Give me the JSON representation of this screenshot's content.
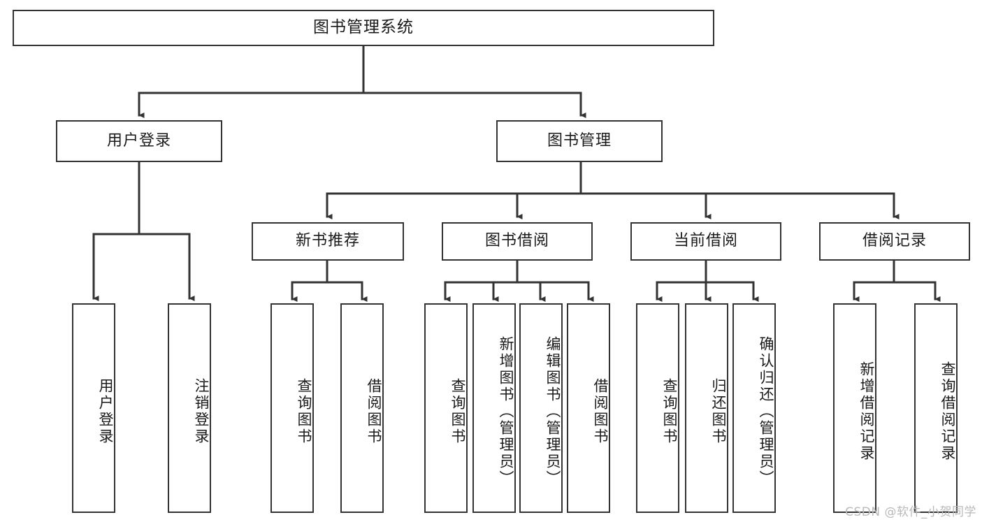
{
  "diagram": {
    "title": "图书管理系统",
    "type": "tree-hierarchy",
    "orientation": "top-down",
    "colors": {
      "background": "#ffffff",
      "border": "#333333",
      "edge": "#333333",
      "text": "#1a1a1a",
      "watermark": "#b9b9b9"
    },
    "nodes": {
      "root": {
        "label": "图书管理系统",
        "level": 0
      },
      "user_login": {
        "label": "用户登录",
        "level": 1
      },
      "book_manage": {
        "label": "图书管理",
        "level": 1
      },
      "new_book_rec": {
        "label": "新书推荐",
        "level": 2
      },
      "book_borrow": {
        "label": "图书借阅",
        "level": 2
      },
      "current_borrow": {
        "label": "当前借阅",
        "level": 2
      },
      "borrow_record": {
        "label": "借阅记录",
        "level": 2
      },
      "leaf_user_login": {
        "label": "用户登录",
        "level": 2,
        "parent": "user_login"
      },
      "leaf_logout": {
        "label": "注销登录",
        "level": 2,
        "parent": "user_login"
      },
      "leaf_query_book_1": {
        "label": "查询图书",
        "level": 3,
        "parent": "new_book_rec"
      },
      "leaf_borrow_book_1": {
        "label": "借阅图书",
        "level": 3,
        "parent": "new_book_rec"
      },
      "leaf_query_book_2": {
        "label": "查询图书",
        "level": 3,
        "parent": "book_borrow"
      },
      "leaf_add_book": {
        "label": "新增图书（管理员）",
        "level": 3,
        "parent": "book_borrow"
      },
      "leaf_edit_book": {
        "label": "编辑图书（管理员）",
        "level": 3,
        "parent": "book_borrow"
      },
      "leaf_borrow_book_2": {
        "label": "借阅图书",
        "level": 3,
        "parent": "book_borrow"
      },
      "leaf_query_book_3": {
        "label": "查询图书",
        "level": 3,
        "parent": "current_borrow"
      },
      "leaf_return_book": {
        "label": "归还图书",
        "level": 3,
        "parent": "current_borrow"
      },
      "leaf_confirm_return": {
        "label": "确认归还（管理员）",
        "level": 3,
        "parent": "current_borrow"
      },
      "leaf_add_record": {
        "label": "新增借阅记录",
        "level": 3,
        "parent": "borrow_record"
      },
      "leaf_query_record": {
        "label": "查询借阅记录",
        "level": 3,
        "parent": "borrow_record"
      }
    },
    "watermark": "CSDN @软件_小贺同学"
  }
}
